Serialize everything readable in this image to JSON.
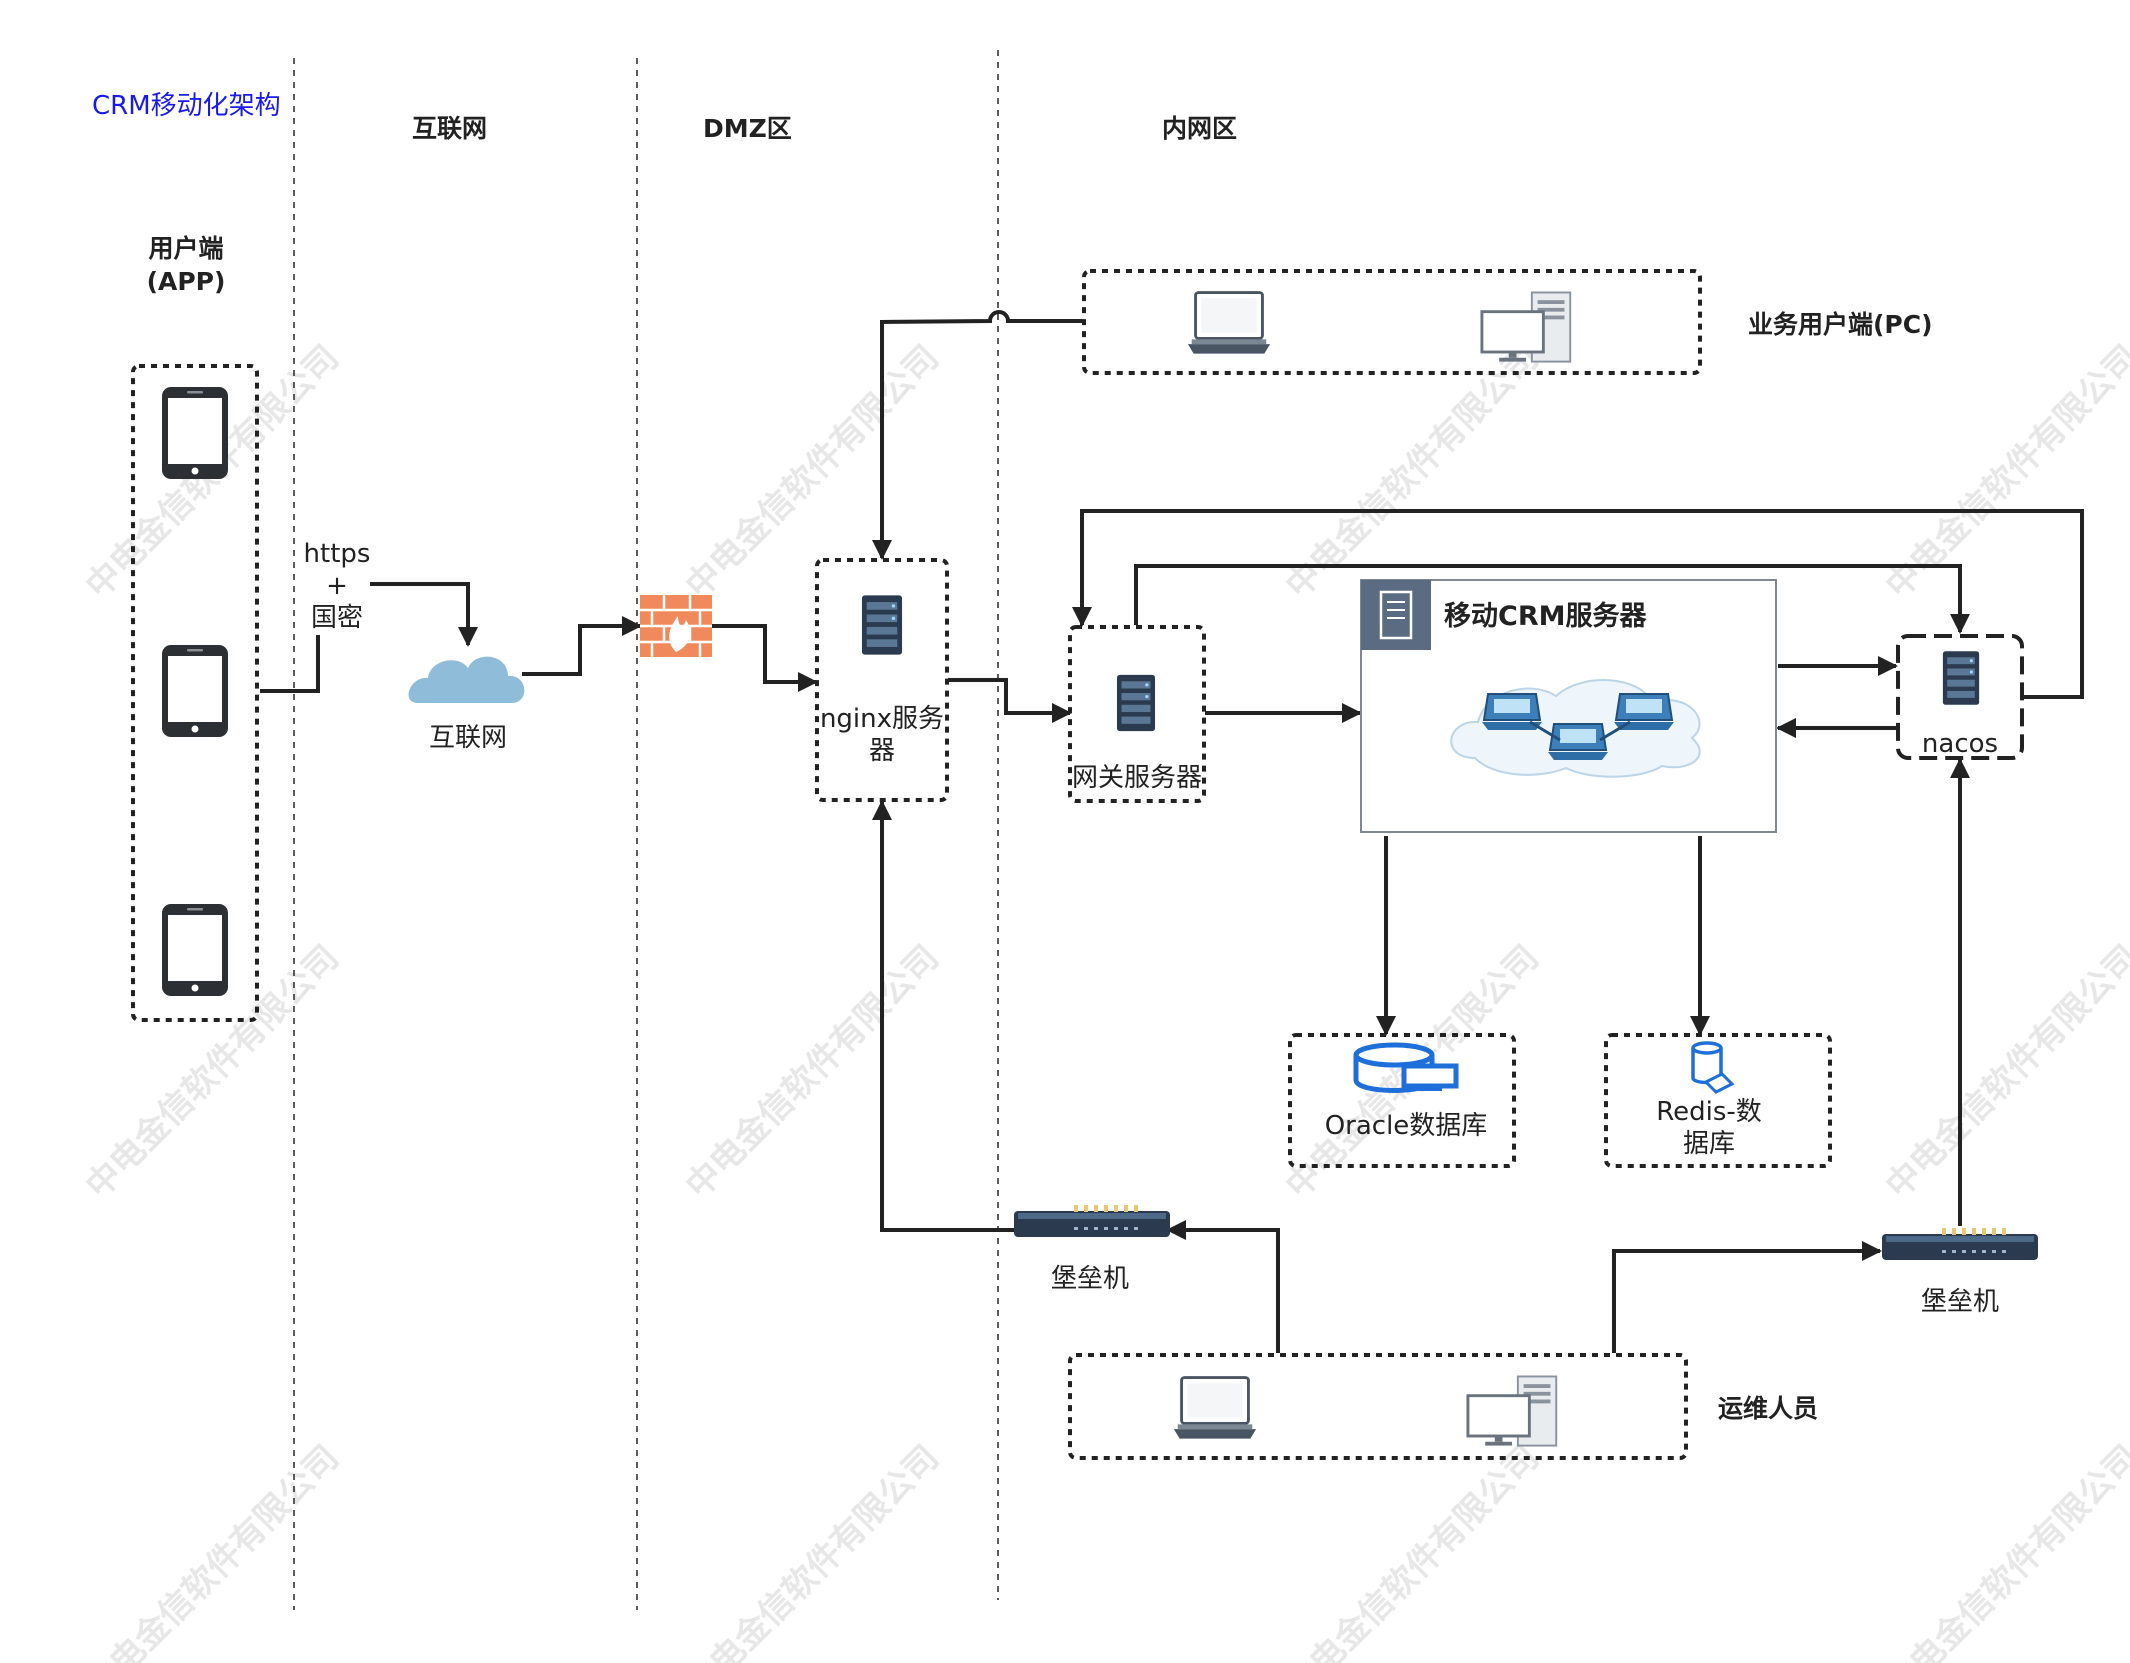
{
  "title": "CRM移动化架构",
  "zones": {
    "internet": "互联网",
    "dmz": "DMZ区",
    "intranet": "内网区"
  },
  "user_app": {
    "line1": "用户端",
    "line2": "(APP)"
  },
  "business_pc_label": "业务用户端(PC)",
  "ops_label": "运维人员",
  "protocol": {
    "line1": "https",
    "line2": "+",
    "line3": "国密"
  },
  "internet_cloud_label": "互联网",
  "nginx": {
    "line1": "nginx服务",
    "line2": "器"
  },
  "gateway_label": "网关服务器",
  "crm_server_label": "移动CRM服务器",
  "nacos_label": "nacos",
  "oracle_label": "Oracle数据库",
  "redis": {
    "line1": "Redis-数",
    "line2": "据库"
  },
  "bastion_left_label": "堡垒机",
  "bastion_right_label": "堡垒机",
  "watermark": "中电金信软件有限公司",
  "colors": {
    "title": "#1a1aee",
    "line": "#222222",
    "firewall": "#f08a5d",
    "cloud": "#8fbcd9",
    "server": "#2b3a4e",
    "database": "#1e6fd9",
    "crm_header": "#5b6b82"
  }
}
